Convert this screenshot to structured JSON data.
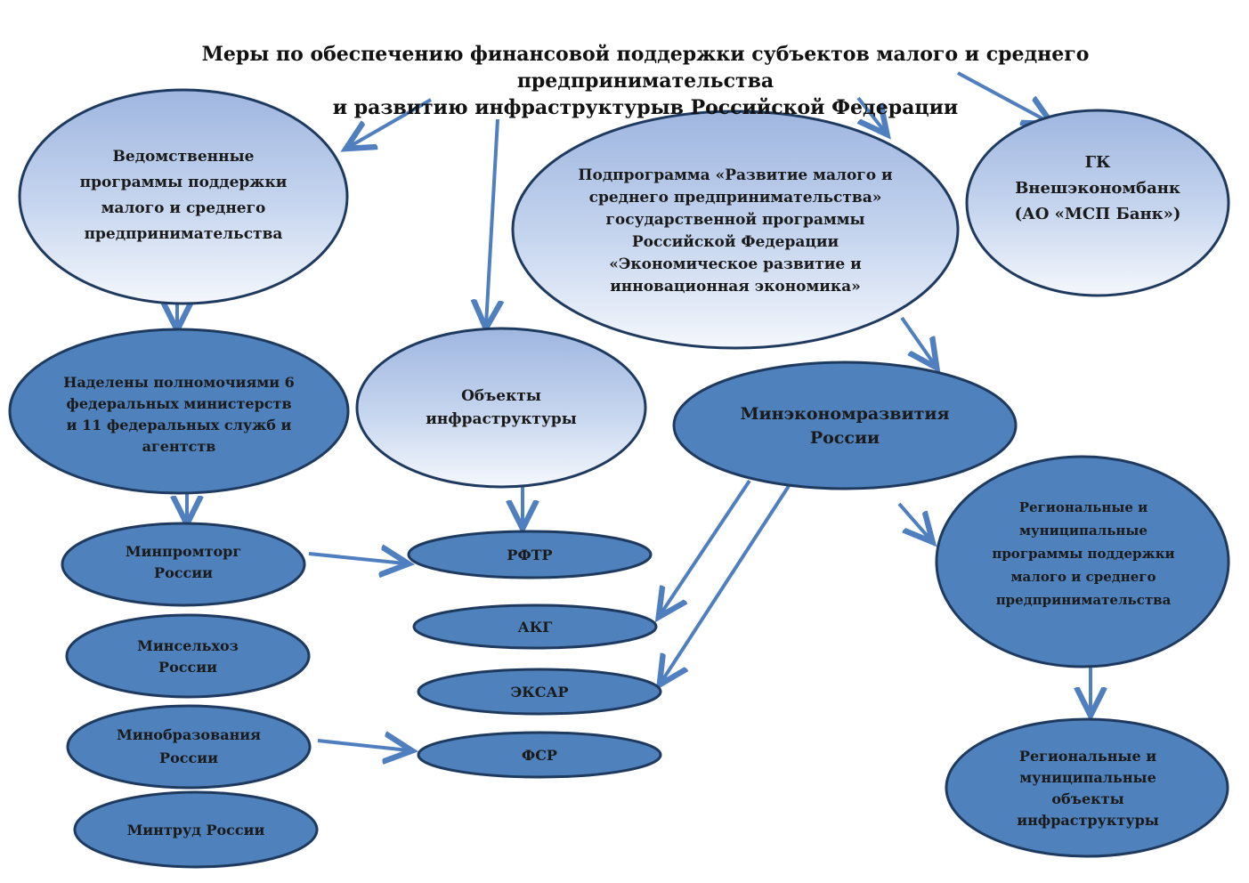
{
  "title": {
    "line1": "Меры по обеспечению финансовой поддержки субъектов малого и среднего предпринимательства",
    "line2": "и развитию инфраструктурыв Российской Федерации"
  },
  "nodes": {
    "vedomstvennye": "Ведомственные программы поддержки малого и среднего предпринимательства",
    "podprogramma": "Подпрограмма «Развитие малого и среднего предпринимательства» государственной программы Российской Федерации «Экономическое развитие и инновационная экономика»",
    "gk": "ГК Внешэкономбанк (АО «МСП Банк»)",
    "nadeleny": "Наделены полномочиями 6 федеральных министерств и 11 федеральных служб и агентств",
    "obekty": "Объекты инфраструктуры",
    "minekonom": "Минэкономразвития России",
    "minpromtorg": "Минпромторг России",
    "minselhoz": "Минсельхоз России",
    "minobr": "Минобразования России",
    "mintrud": "Минтруд России",
    "rftr": "РФТР",
    "akg": "АКГ",
    "eksar": "ЭКСАР",
    "fsr": "ФСР",
    "regprog": "Региональные и муниципальные программы поддержки малого и среднего предпринимательства",
    "regobj": "Региональные и муниципальные объекты инфраструктуры"
  },
  "colors": {
    "dark_fill": "#4f81bd",
    "light_fill_top": "#ffffff",
    "light_fill_bottom": "#a6bde3",
    "stroke": "#1f3a5f",
    "arrow": "#4f7fbf"
  }
}
